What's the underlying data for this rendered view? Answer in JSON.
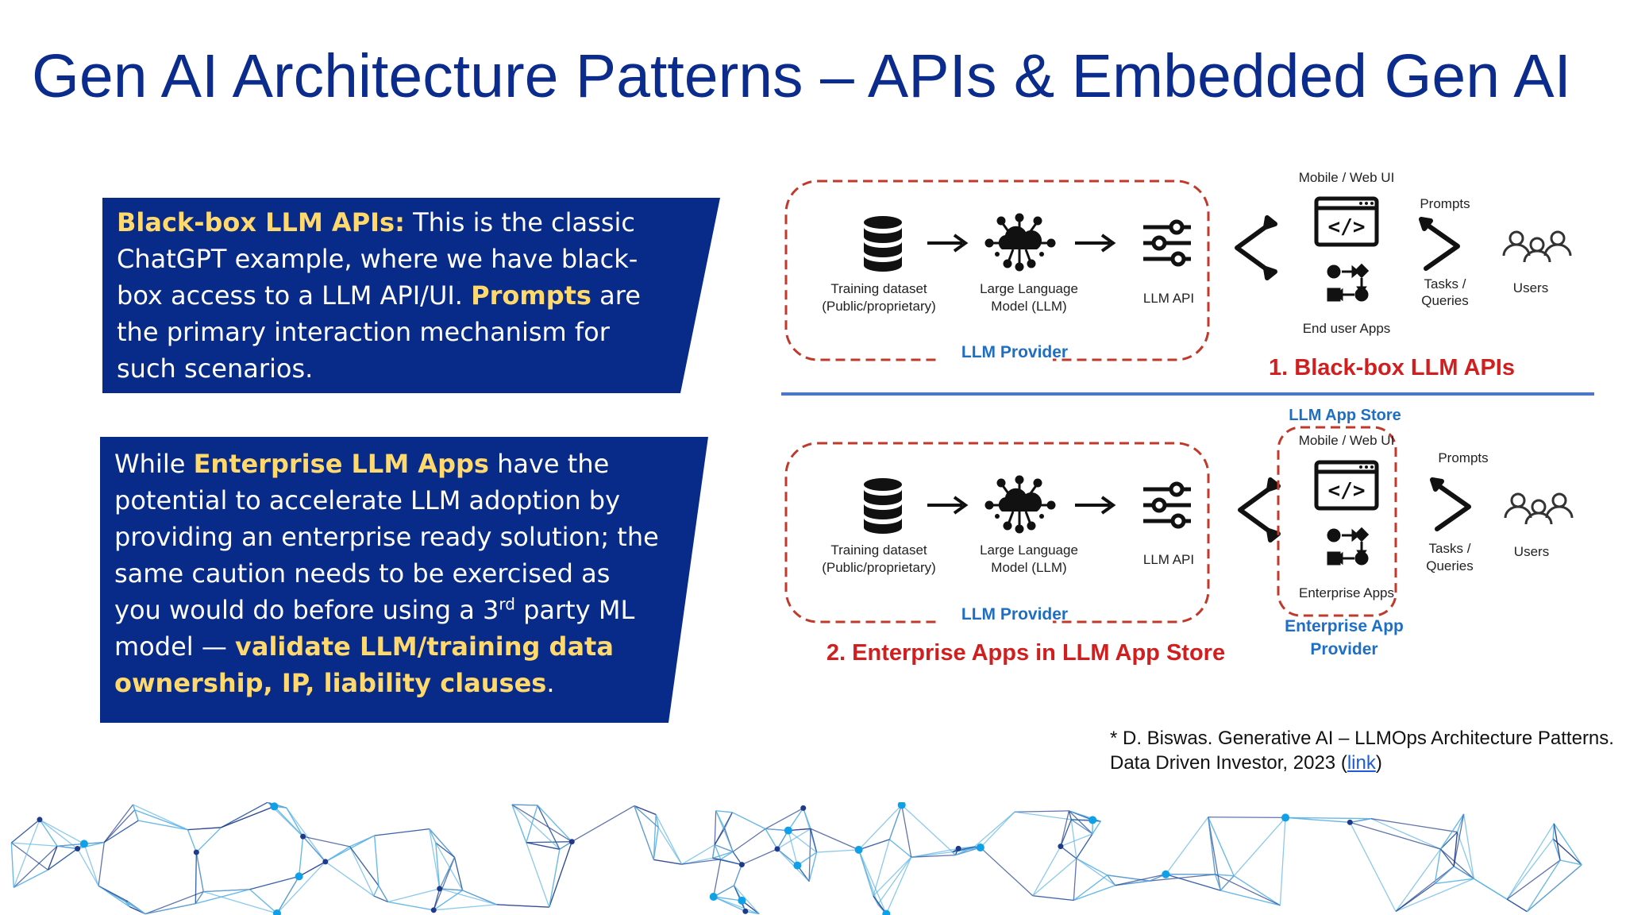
{
  "title": "Gen AI Architecture Patterns – APIs & Embedded Gen AI",
  "panel1": {
    "label": "Black-box LLM APIs:",
    "text_a": " This is the classic ChatGPT example, where we have black-box access to a LLM API/UI. ",
    "highlight": "Prompts",
    "text_b": " are the primary interaction mechanism for such scenarios."
  },
  "panel2": {
    "text_a": "While ",
    "highlight_a": "Enterprise LLM Apps",
    "text_b": " have the potential to accelerate LLM adoption by providing an enterprise ready solution; the same caution needs to be exercised as you would do before using a 3",
    "sup": "rd",
    "text_c": " party ML model — ",
    "highlight_b": "validate LLM/training data ownership, IP, liability clauses",
    "text_d": "."
  },
  "diagram1": {
    "training_dataset": [
      "Training dataset",
      "(Public/proprietary)"
    ],
    "llm": [
      "Large Language",
      "Model (LLM)"
    ],
    "llm_api": "LLM API",
    "provider": "LLM Provider",
    "ui": "Mobile / Web UI",
    "apps": "End user Apps",
    "prompts": "Prompts",
    "tasks": [
      "Tasks /",
      "Queries"
    ],
    "users": "Users",
    "caption": "1. Black-box LLM APIs"
  },
  "diagram2": {
    "training_dataset": [
      "Training dataset",
      "(Public/proprietary)"
    ],
    "llm": [
      "Large Language",
      "Model (LLM)"
    ],
    "llm_api": "LLM API",
    "provider": "LLM Provider",
    "app_store": "LLM App Store",
    "ui": "Mobile / Web UI",
    "apps": "Enterprise Apps",
    "prompts": "Prompts",
    "tasks": [
      "Tasks /",
      "Queries"
    ],
    "users": "Users",
    "app_provider": [
      "Enterprise App",
      "Provider"
    ],
    "caption": "2. Enterprise Apps in LLM App Store"
  },
  "citation": {
    "text": "* D. Biswas. Generative AI – LLMOps Architecture Patterns. Data Driven Investor, 2023 (",
    "link": "link",
    "close": ")"
  },
  "colors": {
    "title": "#0b2c8c",
    "panel": "#082b8a",
    "highlight": "#ffd96b",
    "dashed_border": "#c0392b",
    "caption_red": "#d11f1f",
    "provider_blue": "#1e6fc4",
    "divider": "#4a78c9"
  }
}
